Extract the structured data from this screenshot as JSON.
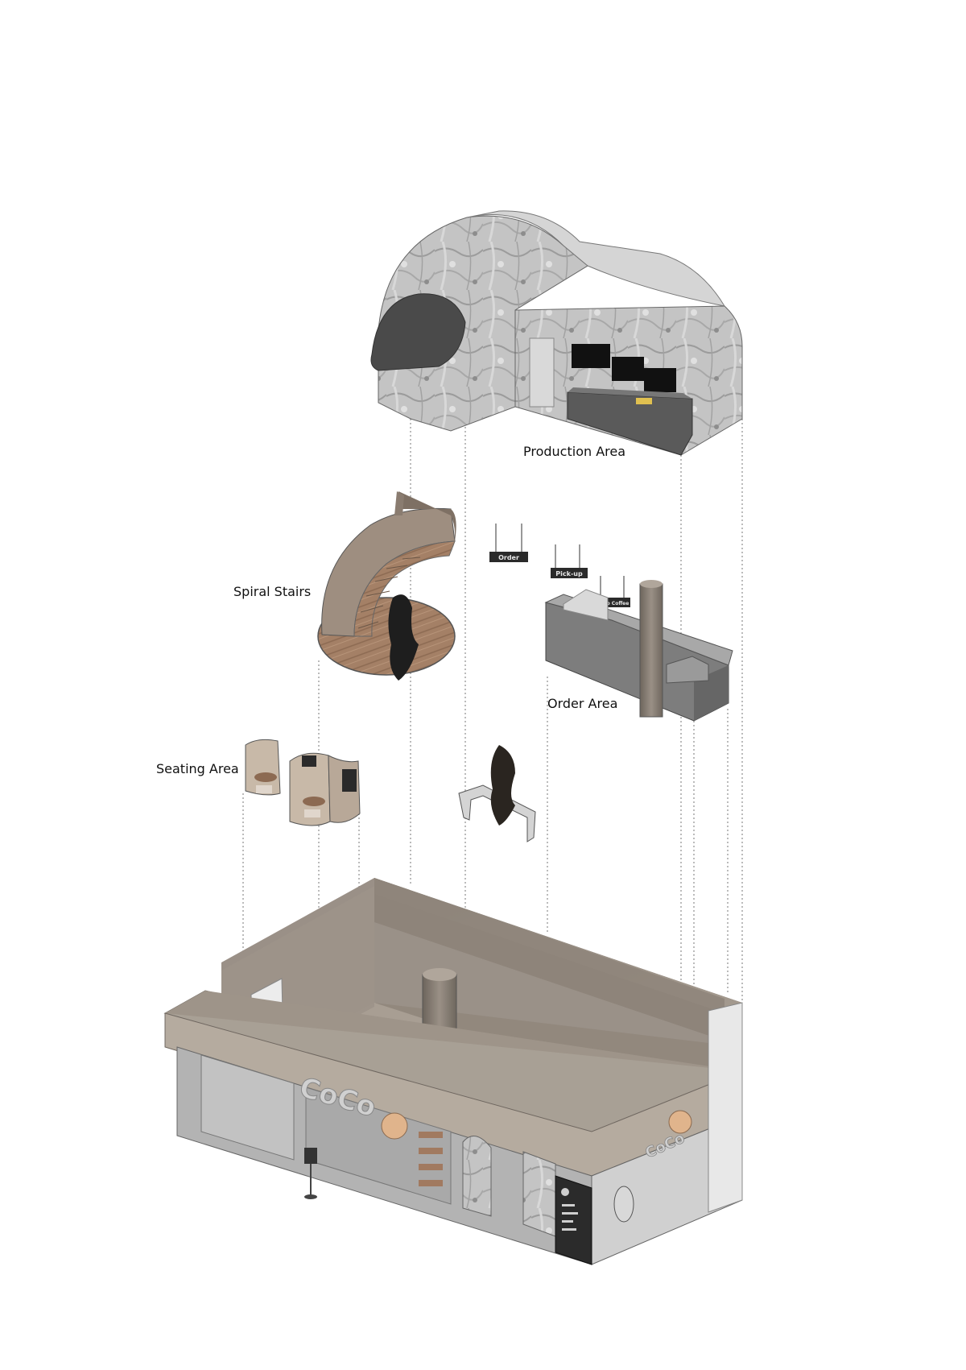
{
  "labels": {
    "production": "Production Area",
    "stairs": "Spiral Stairs",
    "order": "Order Area",
    "seating": "Seating Area"
  },
  "signs": {
    "order": "Order",
    "pickup": "Pick-up",
    "brand_small": "CoCo Coffee"
  },
  "logo": "CoCo",
  "colors": {
    "stone": "#bdbdbd",
    "concrete": "#8f857b",
    "wood": "#a17a60",
    "dark": "#2b2b2b"
  }
}
